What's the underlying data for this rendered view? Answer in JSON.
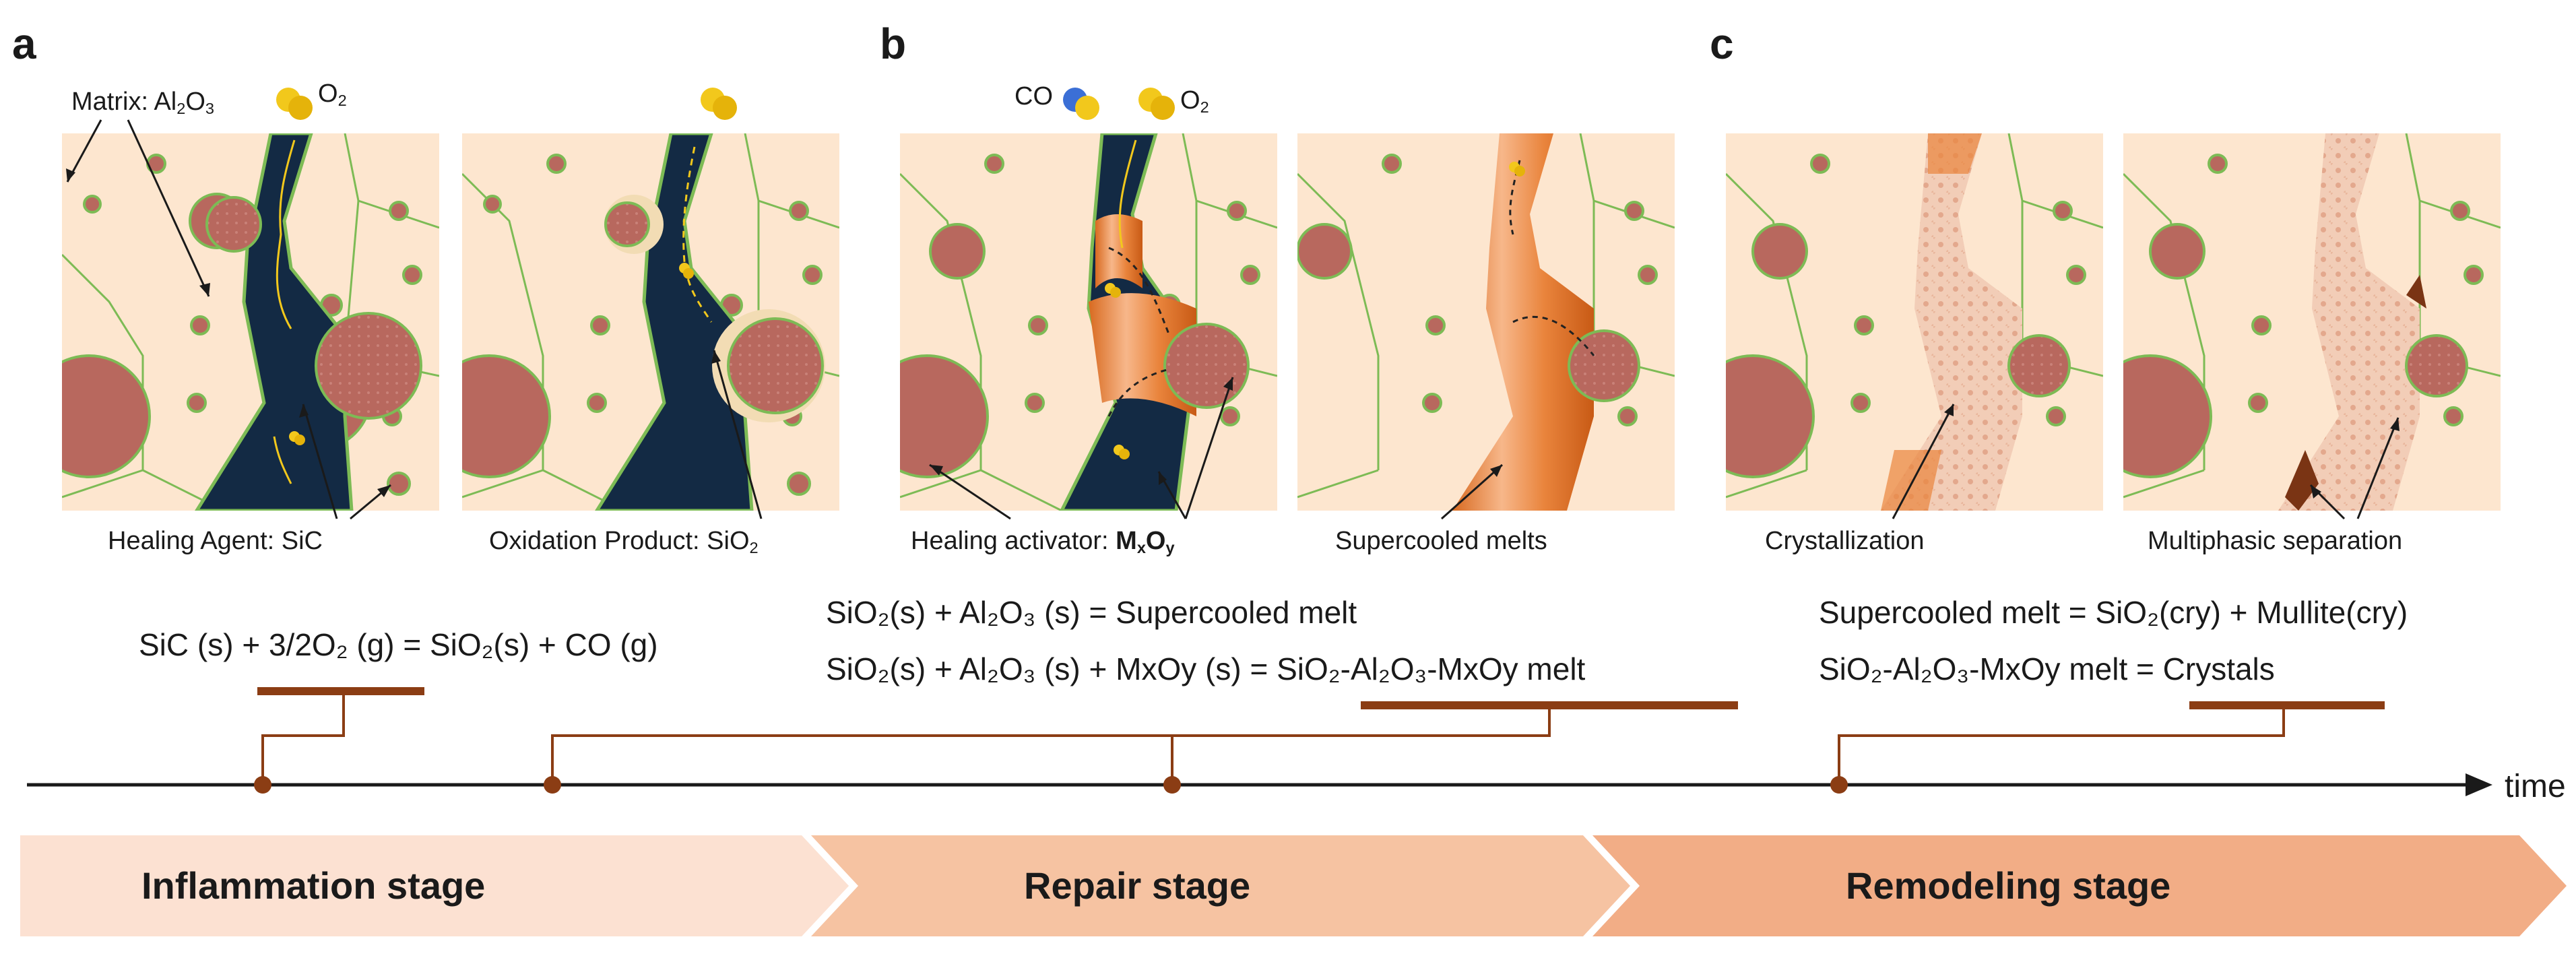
{
  "panel_letters": {
    "a": "a",
    "b": "b",
    "c": "c"
  },
  "panel_labels": {
    "matrix": {
      "text": "Matrix: Al",
      "sub": "2",
      "text2": "O",
      "sub2": "3"
    },
    "o2_a": {
      "text": "O",
      "sub": "2"
    },
    "co_b": "CO",
    "o2_b": {
      "text": "O",
      "sub": "2"
    },
    "healing_agent": "Healing Agent: SiC",
    "oxidation_product": {
      "text": "Oxidation Product: SiO",
      "sub": "2"
    },
    "healing_activator": {
      "text": "Healing activator: ",
      "bold": "M",
      "sub1": "x",
      "bold2": "O",
      "sub2": "y"
    },
    "supercooled_melts": "Supercooled melts",
    "crystallization": "Crystallization",
    "multiphasic_separation": "Multiphasic separation"
  },
  "equations": {
    "eq_a": "SiC (s) + 3/2O₂ (g) = SiO₂(s) + CO (g)",
    "eq_b1": "SiO₂(s) + Al₂O₃ (s) = Supercooled melt",
    "eq_b2": "SiO₂(s) + Al₂O₃ (s) + MxOy (s) = SiO₂-Al₂O₃-MxOy melt",
    "eq_c1": "Supercooled melt = SiO₂(cry) + Mullite(cry)",
    "eq_c2": "SiO₂-Al₂O₃-MxOy melt = Crystals"
  },
  "timeline": {
    "axis_label": "time"
  },
  "stages": [
    {
      "label": "Inflammation stage",
      "color": "#fce1d2"
    },
    {
      "label": "Repair stage",
      "color": "#f6c3a2"
    },
    {
      "label": "Remodeling stage",
      "color": "#f2ad86"
    }
  ],
  "colors": {
    "matrix_bg": "#fde6cf",
    "grain_border": "#7dbb55",
    "sic_particle": "#b8685e",
    "crack": "#132a44",
    "melt": "#e9843c",
    "crystal_bg": "#f2c9b2",
    "timeline_brown": "#8b3d14",
    "o2_yellow": "#f2c81c",
    "co_blue": "#3b6fd6"
  }
}
